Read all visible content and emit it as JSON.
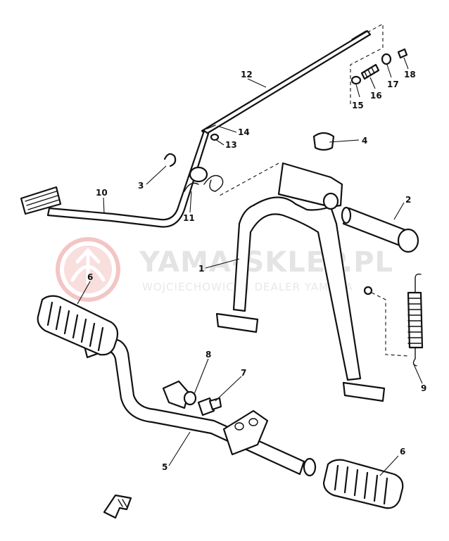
{
  "watermark": {
    "title": "YAMA-SKLEP.PL",
    "subtitle": "WOJCIECHOWICZ | DEALER YAMAHA",
    "logo_icon": "yamaha-tuning-fork-logo",
    "color": "#e2e2e2",
    "logo_color": "#f3c9c9"
  },
  "callouts": {
    "c1": "1",
    "c2": "2",
    "c3": "3",
    "c4": "4",
    "c5": "5",
    "c6a": "6",
    "c6b": "6",
    "c7": "7",
    "c8": "8",
    "c9": "9",
    "c10": "10",
    "c11": "11",
    "c12": "12",
    "c13": "13",
    "c14": "14",
    "c15": "15",
    "c16": "16",
    "c17": "17",
    "c18": "18"
  },
  "icons": {
    "front_arrow": "front-direction-arrow-icon"
  }
}
